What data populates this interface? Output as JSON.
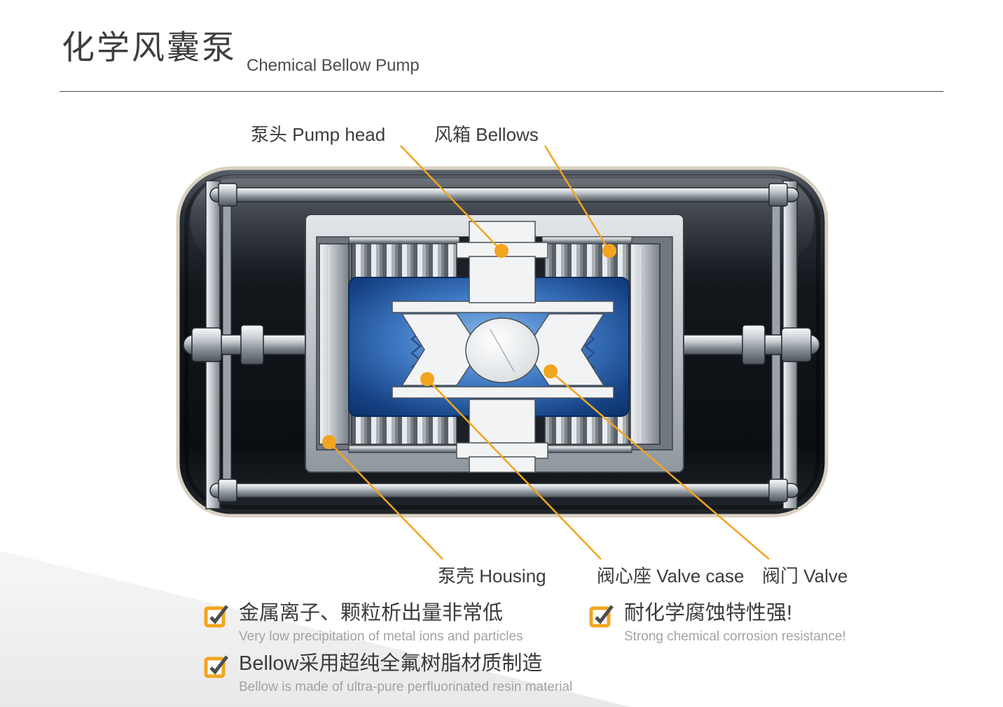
{
  "accent_color": "#F2A51F",
  "header": {
    "title_zh": "化学风囊泵",
    "title_en": "Chemical Bellow Pump"
  },
  "diagram": {
    "labels": [
      {
        "id": "pump-head",
        "text": "泵头 Pump head"
      },
      {
        "id": "bellows",
        "text": "风箱 Bellows"
      },
      {
        "id": "housing",
        "text": "泵壳 Housing"
      },
      {
        "id": "valve-case",
        "text": "阀心座 Valve case"
      },
      {
        "id": "valve",
        "text": "阀门 Valve"
      }
    ]
  },
  "features": [
    {
      "zh": "金属离子、颗粒析出量非常低",
      "en": "Very low precipitation of metal ions and particles"
    },
    {
      "zh": "耐化学腐蚀特性强!",
      "en": "Strong chemical corrosion resistance!"
    },
    {
      "zh": "Bellow采用超纯全氟树脂材质制造",
      "en": "Bellow is made of ultra-pure perfluorinated resin material"
    }
  ]
}
